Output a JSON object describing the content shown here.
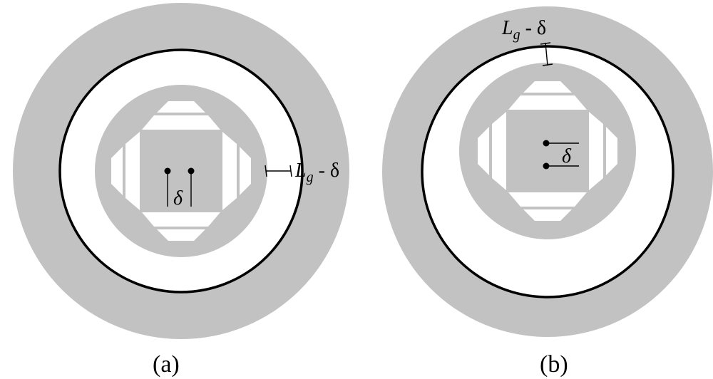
{
  "panels": [
    {
      "caption": "(a)",
      "gap_label": {
        "symbol": "L",
        "subscript": "g",
        "rest": " - δ"
      },
      "offset_label": "δ"
    },
    {
      "caption": "(b)",
      "gap_label": {
        "symbol": "L",
        "subscript": "g",
        "rest": " - δ"
      },
      "offset_label": "δ"
    }
  ],
  "colors": {
    "stator": "#c2c2c2",
    "rotor": "#c2c2c2",
    "air_gap": "#ffffff",
    "bore_outline": "#000000"
  }
}
